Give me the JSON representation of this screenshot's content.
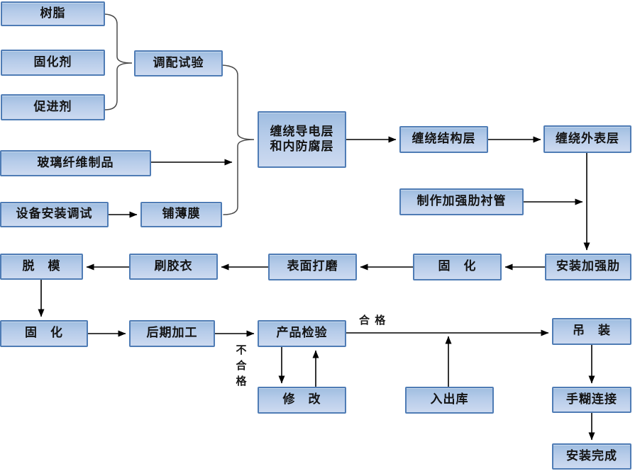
{
  "diagram": {
    "type": "flowchart",
    "language": "zh-CN",
    "colors": {
      "node_fill_top": "#9fbde0",
      "node_fill_bottom": "#cddaf0",
      "node_border": "#4f7cb5",
      "connector": "#000000",
      "brace": "#4a4a4a",
      "background": "#ffffff"
    },
    "nodes": {
      "resin": "树脂",
      "curing_agent": "固化剂",
      "accelerator": "促进剂",
      "blending_test": "调配试验",
      "glass_fiber_products": "玻璃纤维制品",
      "equipment_installation": "设备安装调试",
      "lay_film": "铺薄膜",
      "wind_conductive_layer": "缠绕导电层\n和内防腐层",
      "wind_structural_layer": "缠绕结构层",
      "wind_outer_layer": "缠绕外表层",
      "make_rib_liner": "制作加强肋衬管",
      "install_rib": "安装加强肋",
      "cure_mid": "固　化",
      "surface_grinding": "表面打磨",
      "brush_gelcoat": "刷胶衣",
      "demold": "脱　模",
      "cure_bottom": "固　化",
      "post_processing": "后期加工",
      "product_inspection": "产品检验",
      "modification": "修　改",
      "warehouse": "入出库",
      "hoisting": "吊　装",
      "hand_layup_connection": "手糊连接",
      "installation_complete": "安装完成"
    },
    "edge_labels": {
      "qualified": "合  格",
      "unqualified": "不合格"
    },
    "edges": [
      {
        "from": "resin",
        "to": "blending_test",
        "via": "brace"
      },
      {
        "from": "curing_agent",
        "to": "blending_test",
        "via": "brace"
      },
      {
        "from": "accelerator",
        "to": "blending_test",
        "via": "brace"
      },
      {
        "from": "blending_test",
        "to": "wind_conductive_layer",
        "via": "brace"
      },
      {
        "from": "glass_fiber_products",
        "to": "wind_conductive_layer",
        "via": "brace"
      },
      {
        "from": "equipment_installation",
        "to": "lay_film"
      },
      {
        "from": "lay_film",
        "to": "wind_conductive_layer",
        "via": "brace"
      },
      {
        "from": "wind_conductive_layer",
        "to": "wind_structural_layer"
      },
      {
        "from": "wind_structural_layer",
        "to": "wind_outer_layer"
      },
      {
        "from": "wind_outer_layer",
        "to": "install_rib"
      },
      {
        "from": "make_rib_liner",
        "to": "install_rib"
      },
      {
        "from": "install_rib",
        "to": "cure_mid"
      },
      {
        "from": "cure_mid",
        "to": "surface_grinding"
      },
      {
        "from": "surface_grinding",
        "to": "brush_gelcoat"
      },
      {
        "from": "brush_gelcoat",
        "to": "demold"
      },
      {
        "from": "demold",
        "to": "cure_bottom"
      },
      {
        "from": "cure_bottom",
        "to": "post_processing"
      },
      {
        "from": "post_processing",
        "to": "product_inspection"
      },
      {
        "from": "product_inspection",
        "to": "modification",
        "label": "不合格"
      },
      {
        "from": "modification",
        "to": "product_inspection"
      },
      {
        "from": "product_inspection",
        "to": "hoisting",
        "label": "合格"
      },
      {
        "from": "warehouse",
        "to": "product_inspection-hoisting-line"
      },
      {
        "from": "hoisting",
        "to": "hand_layup_connection"
      },
      {
        "from": "hand_layup_connection",
        "to": "installation_complete"
      }
    ]
  }
}
